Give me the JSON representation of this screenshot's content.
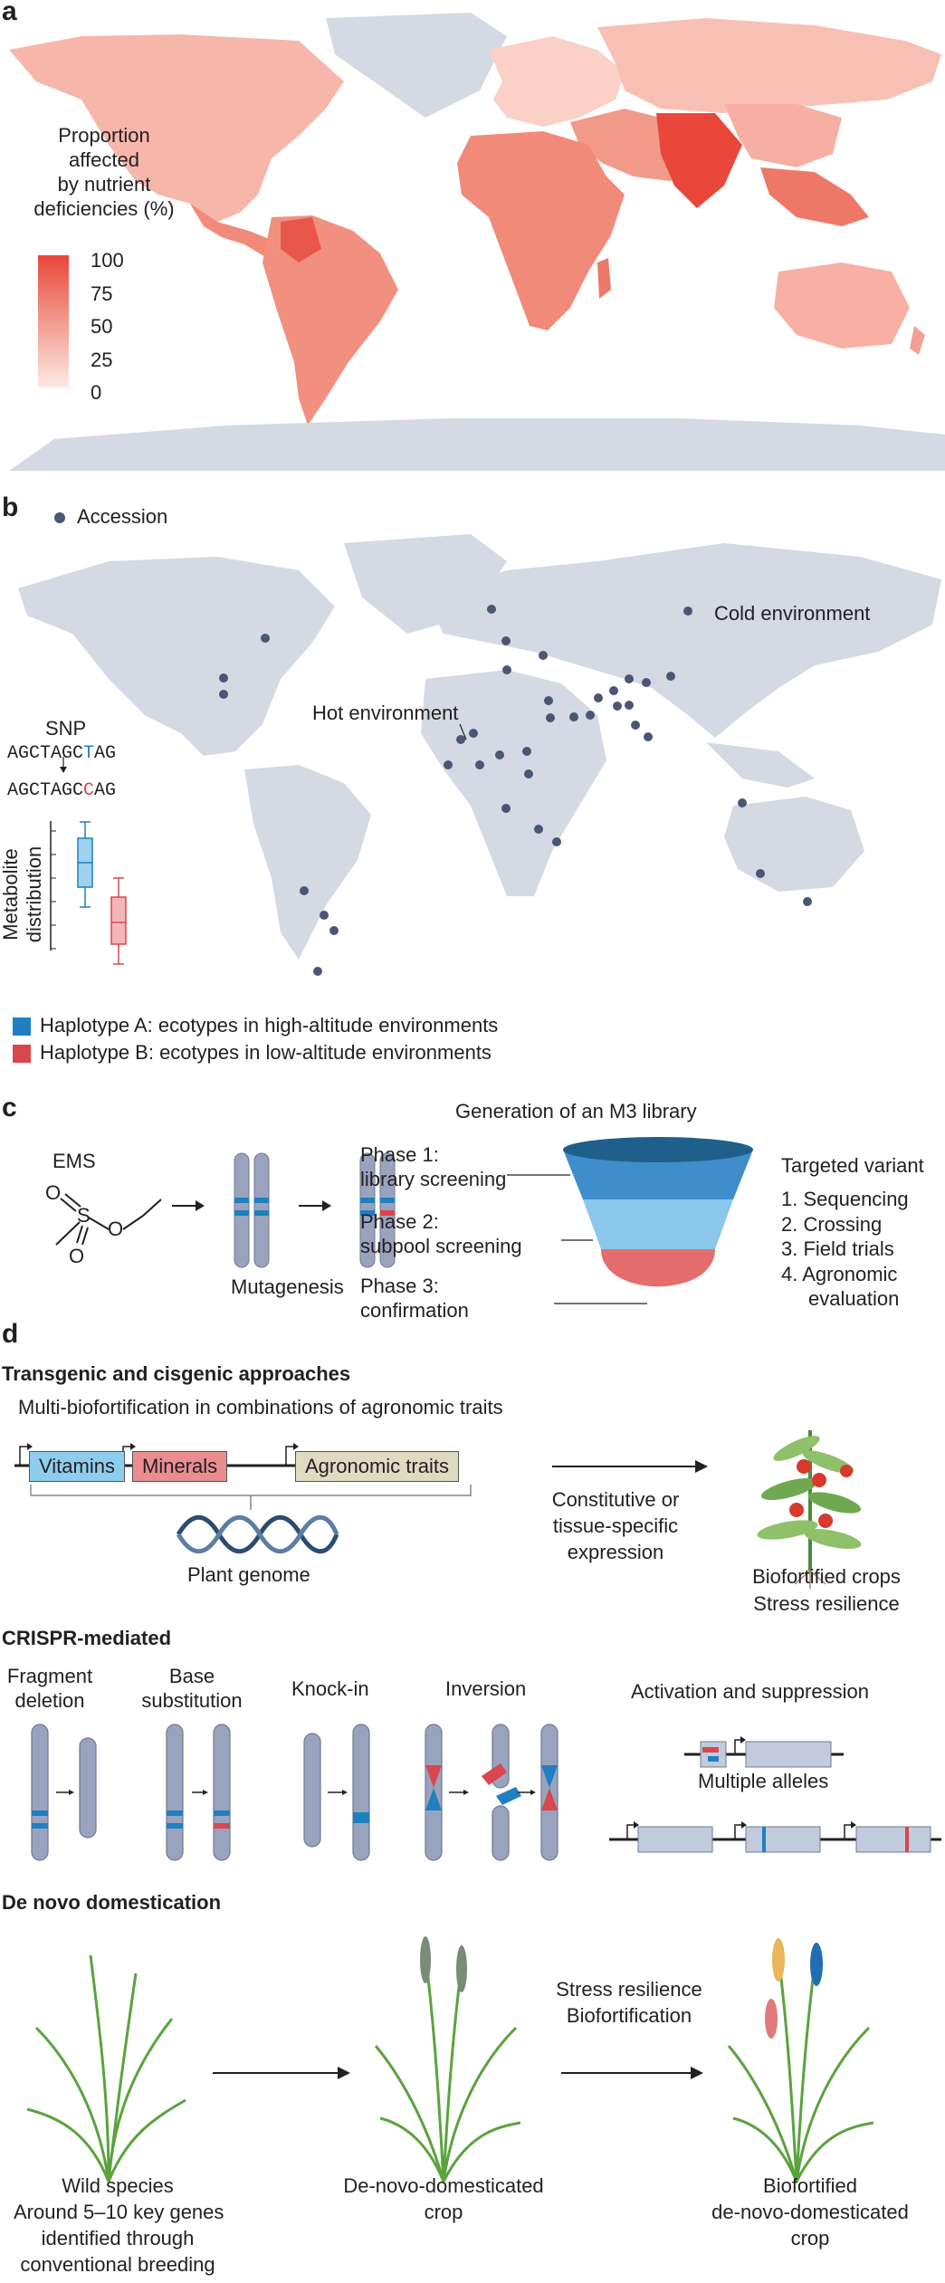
{
  "panel_a": {
    "letter": "a",
    "legend_title": [
      "Proportion",
      "affected",
      "by nutrient",
      "deficiencies (%)"
    ],
    "legend_ticks": [
      "100",
      "75",
      "50",
      "25",
      "0"
    ],
    "colors": {
      "high": "#e8473a",
      "low": "#fde9e5",
      "map_gray": "#d4d9e3"
    }
  },
  "panel_b": {
    "letter": "b",
    "accession_label": "Accession",
    "cold_label": "Cold environment",
    "hot_label": "Hot environment",
    "snp_label": "SNP",
    "seq_before_prefix": "AGCTAGC",
    "seq_before_mut": "T",
    "seq_before_suffix": "AG",
    "seq_after_prefix": "AGCTAGC",
    "seq_after_mut": "C",
    "seq_after_suffix": "AG",
    "ylabel_1": "Metabolite",
    "ylabel_2": "distribution",
    "haplotype_a": "Haplotype A: ecotypes in high-altitude environments",
    "haplotype_b": "Haplotype B: ecotypes in low-altitude environments",
    "colors": {
      "a": "#1f7fc1",
      "a_fill": "#9ed2ef",
      "b": "#d8474e",
      "b_fill": "#f3b6b8",
      "dot": "#4b5675"
    }
  },
  "panel_c": {
    "letter": "c",
    "ems_label": "EMS",
    "mutagenesis_label": "Mutagenesis",
    "library_title": "Generation of an M3 library",
    "phase1_line1": "Phase 1:",
    "phase1_line2": "library screening",
    "phase2_line1": "Phase 2:",
    "phase2_line2": "subpool screening",
    "phase3_line1": "Phase 3:",
    "phase3_line2": "confirmation",
    "targeted_title": "Targeted variant",
    "targeted_steps": [
      "1. Sequencing",
      "2. Crossing",
      "3. Field trials",
      "4. Agronomic",
      "evaluation"
    ]
  },
  "panel_d": {
    "letter": "d",
    "transgenic_title": "Transgenic and cisgenic approaches",
    "multi_label": "Multi-biofortification in combinations of agronomic traits",
    "vitamins": "Vitamins",
    "minerals": "Minerals",
    "agronomic": "Agronomic traits",
    "plant_genome": "Plant genome",
    "expression_lines": [
      "Constitutive or",
      "tissue-specific",
      "expression"
    ],
    "biofortified_lines": [
      "Biofortified crops",
      "Stress resilience"
    ],
    "crispr_title": "CRISPR-mediated",
    "fragment_lines": [
      "Fragment",
      "deletion"
    ],
    "base_lines": [
      "Base",
      "substitution"
    ],
    "knockin": "Knock-in",
    "inversion": "Inversion",
    "activation": "Activation and suppression",
    "multiple_alleles": "Multiple alleles",
    "denovo_title": "De novo domestication",
    "stress_lines": [
      "Stress resilience",
      "Biofortification"
    ],
    "wild_lines": [
      "Wild species",
      "Around 5–10 key genes",
      "identified through",
      "conventional breeding"
    ],
    "domesticated_lines": [
      "De-novo-domesticated",
      "crop"
    ],
    "biofortified_dd_lines": [
      "Biofortified",
      "de-novo-domesticated",
      "crop"
    ],
    "colors": {
      "vitamins": "#8fcdee",
      "minerals": "#ea8d8f",
      "agronomic": "#dedbc1",
      "chromosome": "#9aa3bd"
    }
  }
}
